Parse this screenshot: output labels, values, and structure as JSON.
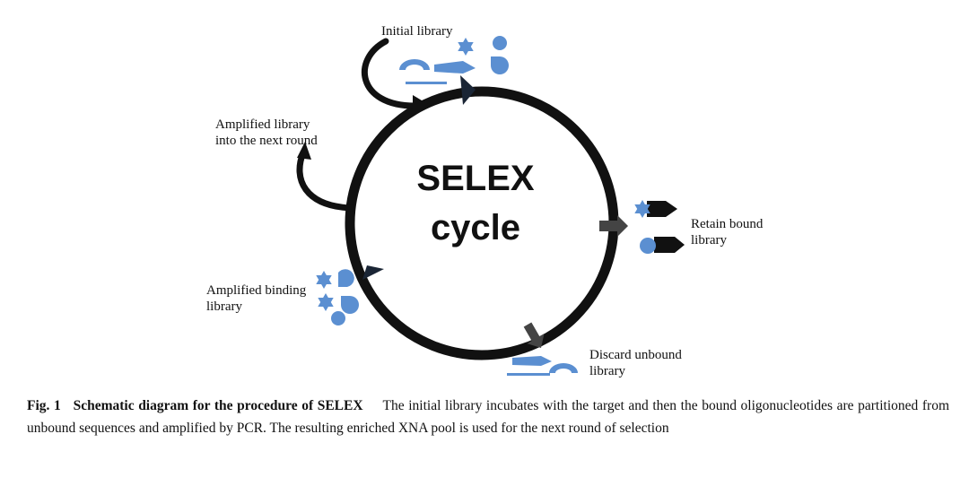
{
  "diagram": {
    "center_line1": "SELEX",
    "center_line2": "cycle",
    "labels": {
      "initial": "Initial library",
      "amplified_next": [
        "Amplified library",
        "into the next round"
      ],
      "retain": [
        "Retain bound",
        "library"
      ],
      "amplified_binding": [
        "Amplified binding",
        "library"
      ],
      "discard": [
        "Discard unbound",
        "library"
      ]
    },
    "colors": {
      "molecule_blue": "#5b8fd1",
      "cycle_black": "#111111",
      "arrow_gray": "#444444"
    },
    "icons": [
      "star-icon",
      "droplet-icon",
      "circle-icon",
      "arc-icon",
      "pentagon-arrow-icon"
    ]
  },
  "caption": {
    "fig_label": "Fig. 1",
    "title": "Schematic diagram for the procedure of SELEX",
    "text": "The initial library incubates with the target and then the bound oligonucleotides are partitioned from unbound sequences and amplified by PCR. The resulting enriched XNA pool is used for the next round of selection"
  }
}
